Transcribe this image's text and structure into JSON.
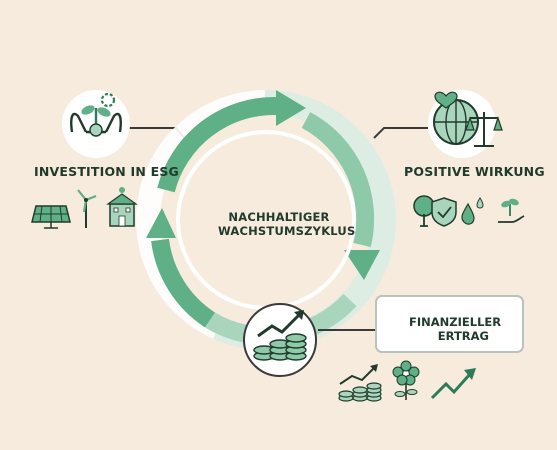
{
  "diagram": {
    "center_label": "NACHHALTIGER\nWACHSTUMSZYKLUS",
    "left_label": "INVESTITION IN ESG",
    "right_label": "POSITIVE WIRKUNG",
    "box_label": "FINANZIELLER\nERTRAG"
  },
  "colors": {
    "background": "#f6ebdd",
    "green": "#5fb086",
    "green_light": "#a9d5bd",
    "green_dark": "#2f7a57",
    "ink": "#203a2c",
    "line": "#3a3a3a",
    "box_border": "#b8c3bb"
  },
  "icons": {
    "left_main": "hands-holding-plant-gear-icon",
    "left_row": [
      "solar-panel-icon",
      "wind-turbine-icon",
      "building-icon"
    ],
    "right_main": "globe-with-heart-and-scales-icon",
    "right_row": [
      "tree-icon",
      "shield-check-icon",
      "water-drops-icon",
      "hand-holding-plant-icon"
    ],
    "bottom_main": "coins-with-growth-arrow-icon",
    "bottom_row": [
      "coins-growth-chart-icon",
      "flower-icon",
      "trend-arrow-icon"
    ]
  }
}
